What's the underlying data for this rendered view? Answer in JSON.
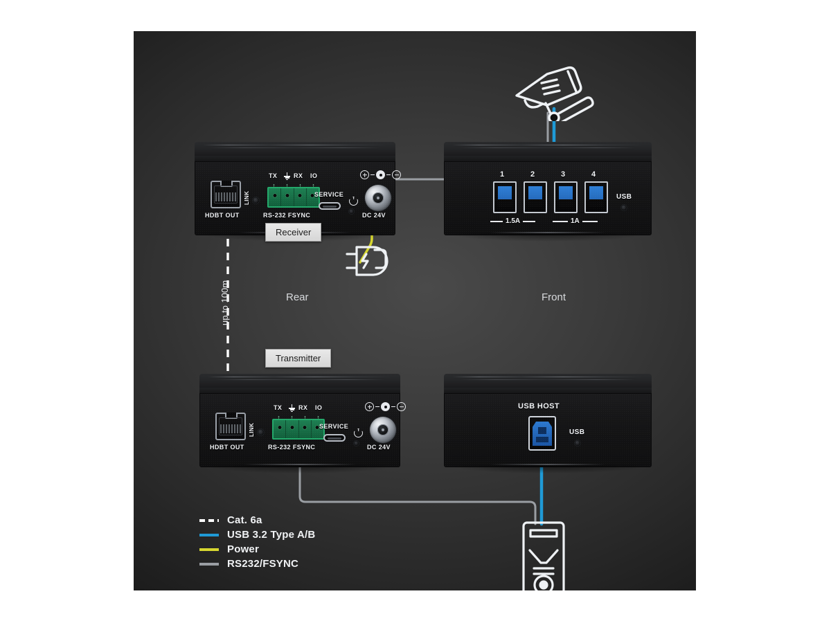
{
  "diagram": {
    "title": "HDBaseT USB 3.2 Extender Connection Diagram",
    "panel_bg": "#2a2a2a",
    "section_labels": {
      "rear": "Rear",
      "front": "Front"
    },
    "distance_label": "up to 100m"
  },
  "devices": {
    "receiver": {
      "badge": "Receiver",
      "rear_ports": {
        "hdbt": "HDBT OUT",
        "link": "LINK",
        "tx": "TX",
        "rx": "RX",
        "io": "IO",
        "rs232": "RS-232 FSYNC",
        "service": "SERVICE",
        "dc": "DC 24V"
      },
      "front_ports": {
        "port1": "1",
        "port2": "2",
        "port3": "3",
        "port4": "4",
        "amp_left": "1.5A",
        "amp_right": "1A",
        "usb_led": "USB"
      }
    },
    "transmitter": {
      "badge": "Transmitter",
      "rear_ports": {
        "hdbt": "HDBT OUT",
        "link": "LINK",
        "tx": "TX",
        "rx": "RX",
        "io": "IO",
        "rs232": "RS-232 FSYNC",
        "service": "SERVICE",
        "dc": "DC 24V"
      },
      "front_ports": {
        "usb_host": "USB HOST",
        "usb_led": "USB"
      }
    }
  },
  "peripherals": {
    "camera": "ptz-camera-icon",
    "power_plug": "power-plug-icon",
    "computer": "desktop-tower-icon"
  },
  "legend": {
    "items": [
      {
        "label": "Cat. 6a",
        "style": "dashed",
        "color": "#ffffff"
      },
      {
        "label": "USB 3.2 Type A/B",
        "style": "solid",
        "color": "#1f9ad6"
      },
      {
        "label": "Power",
        "style": "solid",
        "color": "#d6d630"
      },
      {
        "label": "RS232/FSYNC",
        "style": "solid",
        "color": "#9a9ea3"
      }
    ]
  },
  "cables": {
    "cat6a": {
      "color": "#ffffff",
      "label": "Cat. 6a"
    },
    "usb": {
      "color": "#1f9ad6",
      "label": "USB 3.2 Type A/B"
    },
    "power": {
      "color": "#d6d630",
      "label": "Power"
    },
    "rs232": {
      "color": "#9a9ea3",
      "label": "RS232/FSYNC"
    }
  }
}
